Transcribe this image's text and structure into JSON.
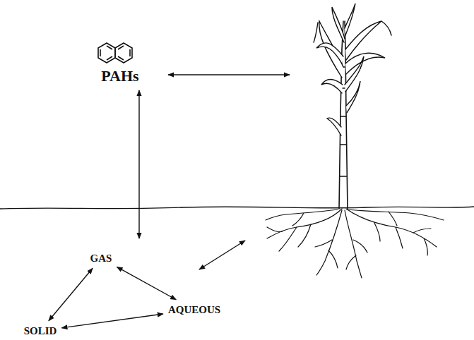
{
  "diagram": {
    "nodes": [
      {
        "text": [
          "PAHs"
        ]
      },
      {
        "text": [
          "GAS"
        ]
      },
      {
        "text": [
          "AQUEOUS"
        ]
      },
      {
        "text": [
          "SOLID"
        ]
      }
    ],
    "edges": [
      {
        "from": 1,
        "to": 2,
        "arrow": "both"
      },
      {
        "from": 1,
        "to": 3,
        "arrow": "both"
      },
      {
        "from": 3,
        "to": 2,
        "arrow": "both"
      }
    ]
  }
}
